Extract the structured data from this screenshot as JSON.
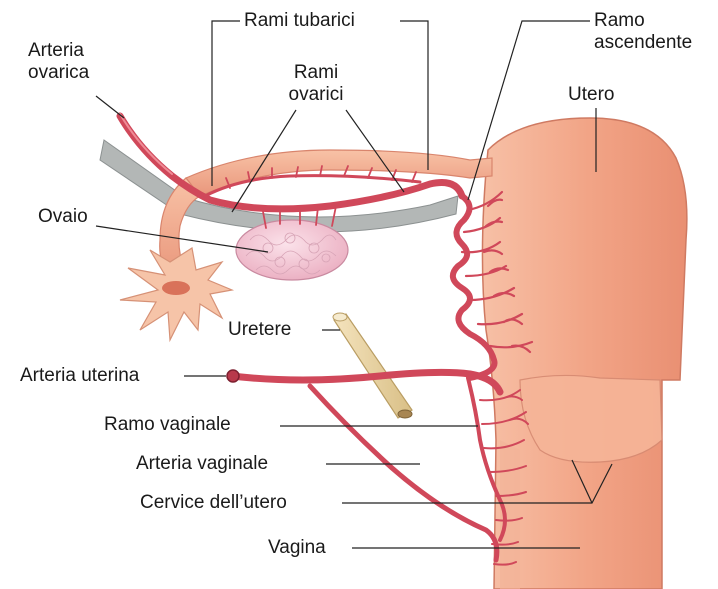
{
  "labels": {
    "rami_tubarici": "Rami tubarici",
    "ramo_ascendente": "Ramo ascendente",
    "arteria_ovarica": "Arteria ovarica",
    "rami_ovarici": "Rami ovarici",
    "utero": "Utero",
    "ovaio": "Ovaio",
    "uretere": "Uretere",
    "arteria_uterina": "Arteria uterina",
    "ramo_vaginale": "Ramo vaginale",
    "arteria_vaginale": "Arteria vaginale",
    "cervice": "Cervice dell’utero",
    "vagina": "Vagina"
  },
  "colors": {
    "artery": "#d0485a",
    "uterus": "#f2a98a",
    "ovary": "#f4c6d4",
    "ureter": "#ecd7a8",
    "ligament": "#a9adad"
  }
}
